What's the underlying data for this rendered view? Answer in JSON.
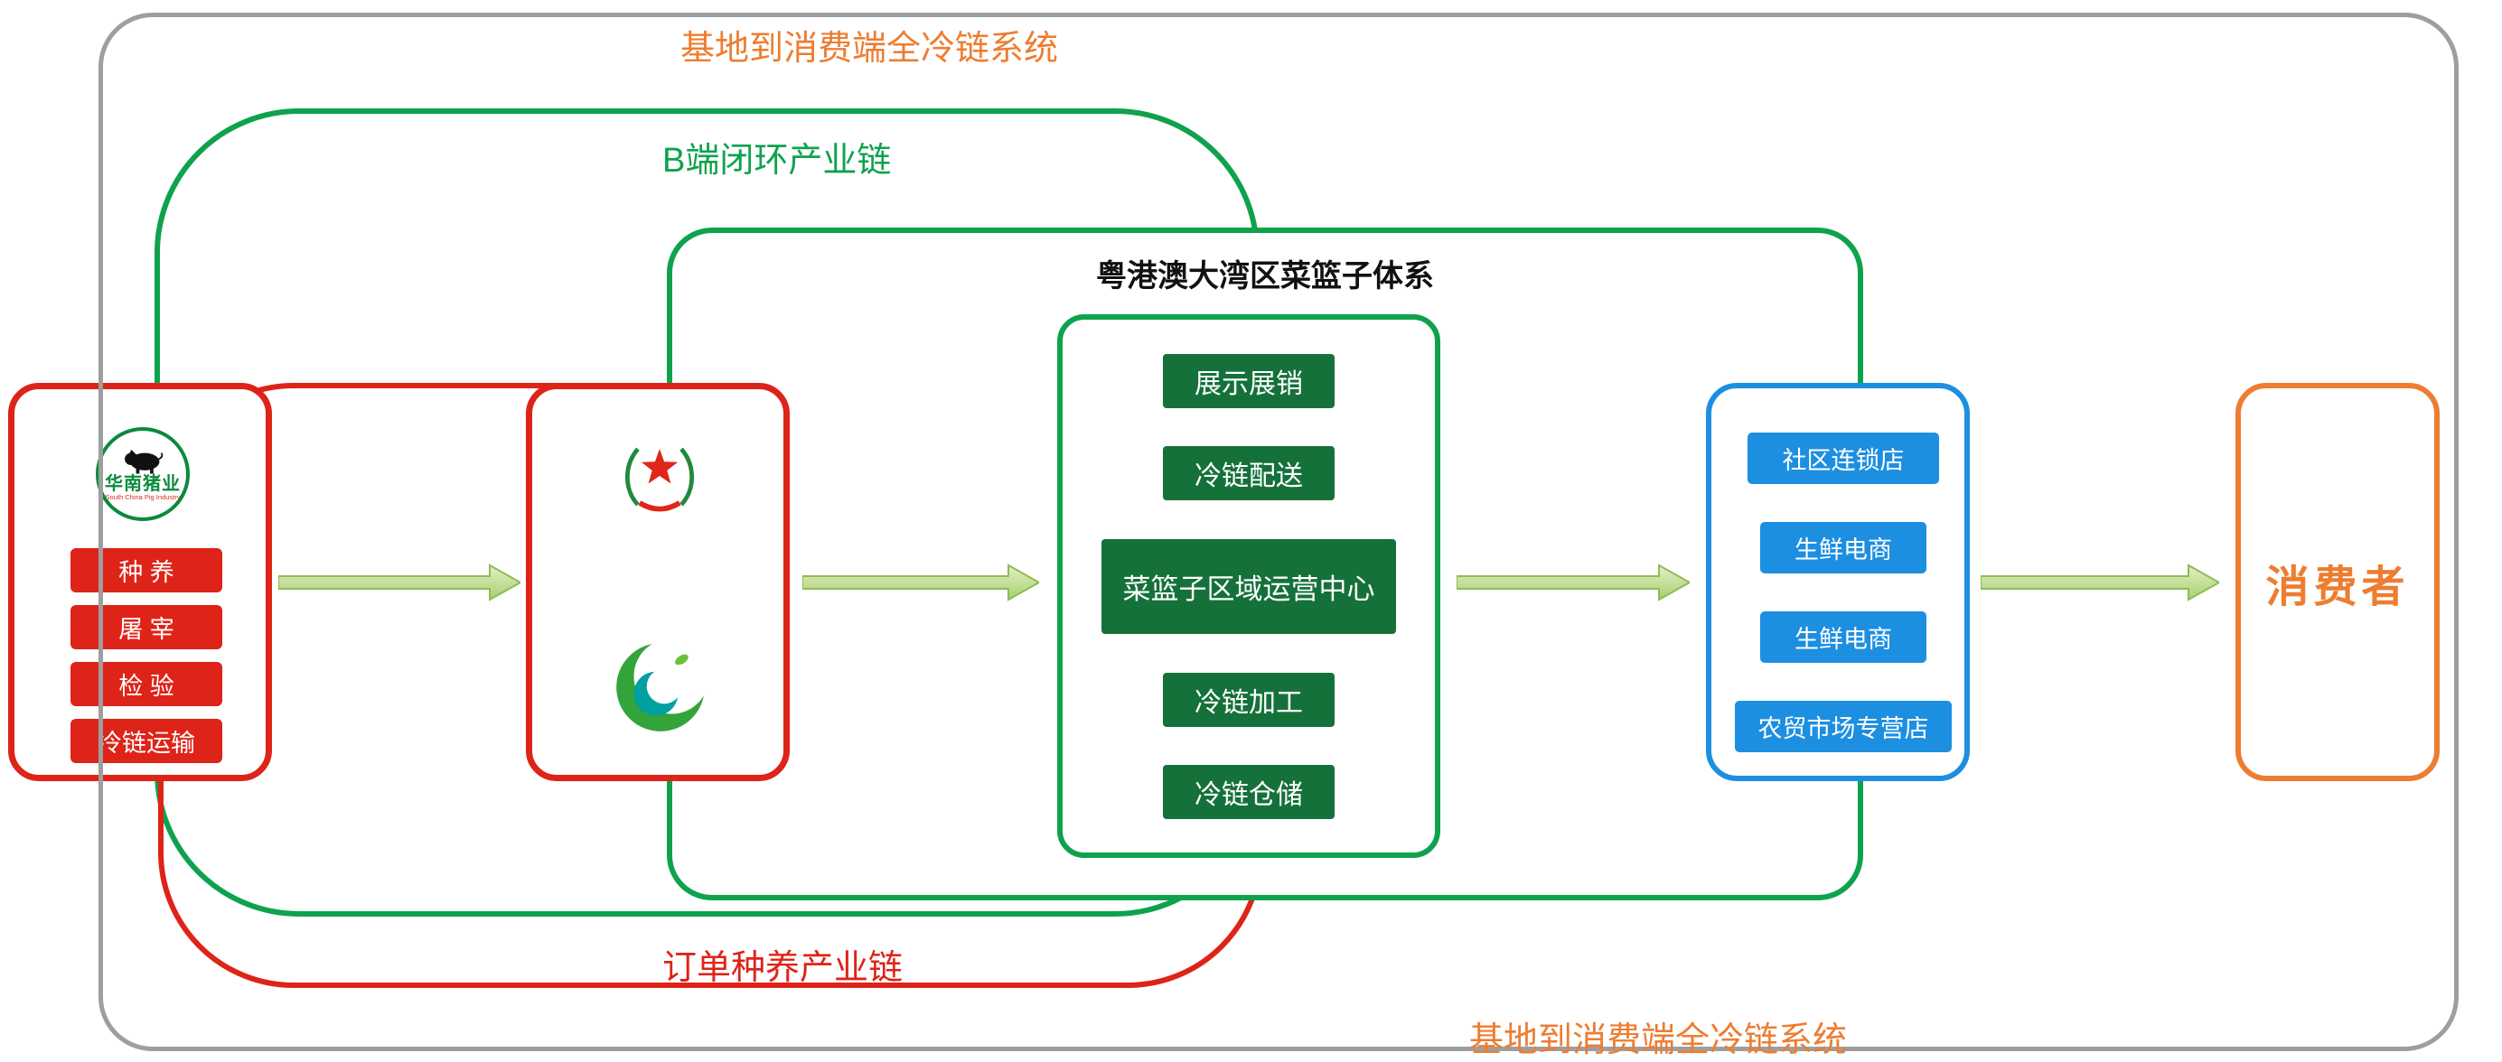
{
  "labels": {
    "system_top": "基地到消费端全冷链系统",
    "system_bottom": "基地到消费端全冷链系统",
    "b_loop": "B端闭环产业链",
    "order_loop": "订单种养产业链"
  },
  "farm": {
    "logo_name": "华南猪业",
    "logo_sub": "South China Pig Industry",
    "steps": [
      "种 养",
      "屠 宰",
      "检 验",
      "冷链运输"
    ]
  },
  "cert": {
    "icons": [
      "veterans-association-emblem-icon",
      "greater-bay-area-basket-logo-icon"
    ]
  },
  "basket": {
    "title": "粤港澳大湾区菜篮子体系",
    "nodes": [
      "展示展销",
      "冷链配送",
      "菜篮子区域运营中心",
      "冷链加工",
      "冷链仓储"
    ]
  },
  "retail": {
    "channels": [
      "社区连锁店",
      "生鲜电商",
      "生鲜电商",
      "农贸市场专营店"
    ]
  },
  "consumer": {
    "label": "消费者"
  },
  "colors": {
    "green": "#0FA24D",
    "dark_green": "#15713A",
    "red": "#DE2318",
    "blue": "#1D8FE1",
    "orange": "#ED7D31",
    "gray": "#9E9E9E",
    "arrow_fill_light": "#E3F0C8",
    "arrow_fill_dark": "#A8CF6D",
    "arrow_stroke": "#8FBC54"
  }
}
